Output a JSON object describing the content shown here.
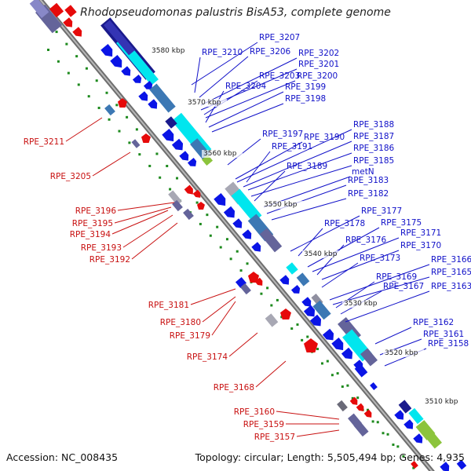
{
  "title": "Rhodopseudomonas palustris BisA53, complete genome",
  "footer": {
    "accession": "Accession: NC_008435",
    "topology": "Topology: circular; Length: 5,505,494 bp; Genes: 4,935"
  },
  "scale_labels": [
    "3580 kbp",
    "3570 kbp",
    "3560 kbp",
    "3550 kbp",
    "3540 kbp",
    "3530 kbp",
    "3520 kbp",
    "3510 kbp"
  ],
  "right_labels": [
    "RPE_3207",
    "RPE_3210",
    "RPE_3206",
    "RPE_3202",
    "RPE_3201",
    "RPE_3203",
    "RPE_3200",
    "RPE_3204",
    "RPE_3199",
    "RPE_3198",
    "RPE_3197",
    "RPE_3190",
    "RPE_3188",
    "RPE_3187",
    "RPE_3191",
    "RPE_3186",
    "RPE_3185",
    "RPE_3189",
    "metN",
    "RPE_3183",
    "RPE_3182",
    "RPE_3177",
    "RPE_3178",
    "RPE_3175",
    "RPE_3171",
    "RPE_3176",
    "RPE_3170",
    "RPE_3173",
    "RPE_3166",
    "RPE_3165",
    "RPE_3169",
    "RPE_3167",
    "RPE_3163",
    "RPE_3162",
    "RPE_3161",
    "RPE_3158"
  ],
  "left_labels": [
    "RPE_3211",
    "RPE_3205",
    "RPE_3196",
    "RPE_3195",
    "RPE_3194",
    "RPE_3193",
    "RPE_3192",
    "RPE_3181",
    "RPE_3180",
    "RPE_3179",
    "RPE_3174",
    "RPE_3168",
    "RPE_3160",
    "RPE_3159",
    "RPE_3157"
  ],
  "colors": {
    "backbone": "#8c8c8c",
    "gc_dots": "#1e8a1e",
    "forward_label": "#1010c8",
    "reverse_label": "#c81010",
    "cds_forward": "#0a14e6",
    "cds_reverse": "#e60a0a",
    "navy": "#1a1a8c",
    "cyan": "#00e6ee",
    "steel": "#3c78b4",
    "slate": "#64649a",
    "grey": "#a8a8b4",
    "lime": "#8cc43c"
  }
}
